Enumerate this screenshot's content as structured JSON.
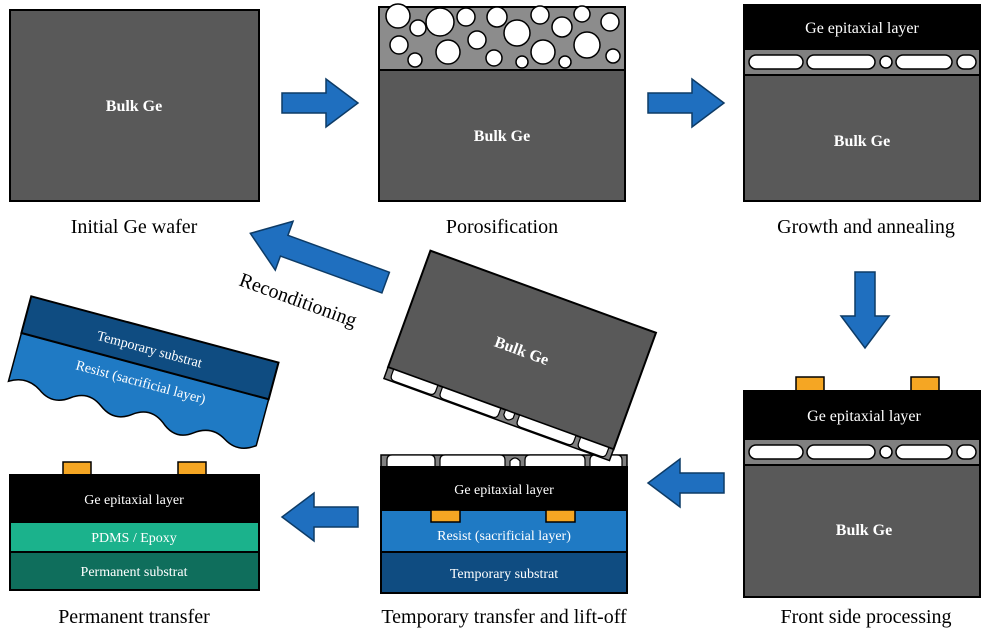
{
  "labels": {
    "bulk_ge": "Bulk Ge",
    "ge_epitaxial_layer": "Ge epitaxial layer",
    "resist": "Resist (sacrificial layer)",
    "temporary_substrat": "Temporary substrat",
    "pdms_epoxy": "PDMS / Epoxy",
    "permanent_substrat": "Permanent substrat",
    "reconditioning": "Reconditioning"
  },
  "captions": {
    "initial": "Initial Ge wafer",
    "porosification": "Porosification",
    "growth": "Growth and annealing",
    "front_side": "Front side processing",
    "temporary_transfer": "Temporary transfer and lift-off",
    "permanent_transfer": "Permanent transfer"
  },
  "colors": {
    "bulk": "#595959",
    "epitaxial": "#000000",
    "resist": "#1f7ac4",
    "temporary": "#0f4c81",
    "pdms": "#1bb28c",
    "permanent": "#0f6e5c",
    "contact": "#f5a623",
    "arrow": "#1f6fbf"
  }
}
